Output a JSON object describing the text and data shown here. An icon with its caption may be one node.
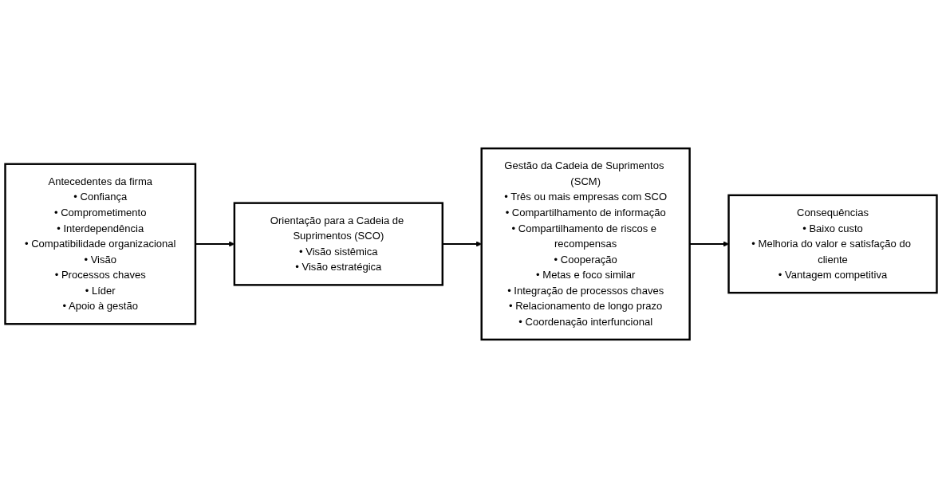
{
  "diagram": {
    "nodes": [
      {
        "text": [
          "Orientação para a Cadeia de Suprimentos (SCO)",
          "• Visão sistêmica",
          "• Visão estratégica"
        ]
      },
      {
        "text": [
          "Antecedentes da firma",
          "• Confiança",
          "• Comprometimento",
          "• Interdependência",
          "• Compatibilidade organizacional",
          "• Visão",
          "• Processos chaves",
          "• Líder",
          "• Apoio à gestão"
        ]
      },
      {
        "text": [
          "Gestão da Cadeia de Suprimentos (SCM)",
          "• Três ou mais empresas com SCO",
          "• Compartilhamento de informação",
          "• Compartilhamento de riscos e recompensas",
          "• Cooperação",
          "• Metas e foco similar",
          "• Integração de processos chaves",
          "• Relacionamento de longo prazo",
          "• Coordenação interfuncional"
        ]
      },
      {
        "text": [
          "Consequências",
          "• Baixo custo",
          "• Melhoria do valor e satisfação do cliente",
          "• Vantagem competitiva"
        ]
      }
    ],
    "edges": [
      {
        "from": 1,
        "to": 0,
        "arrow": "to"
      },
      {
        "from": 0,
        "to": 2,
        "arrow": "to"
      },
      {
        "from": 2,
        "to": 3,
        "arrow": "to"
      }
    ]
  }
}
